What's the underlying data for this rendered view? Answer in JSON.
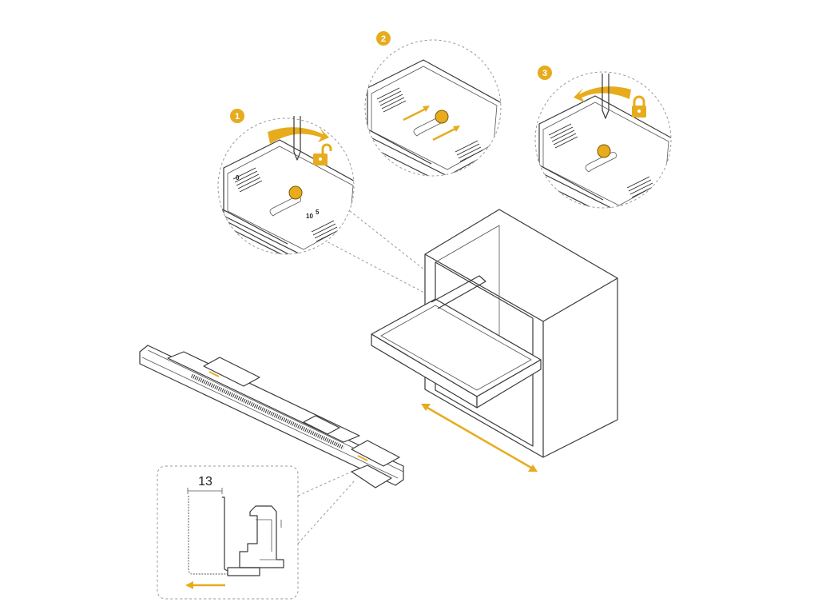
{
  "colors": {
    "accent": "#e6ac1e",
    "line": "#3a3a3a",
    "dashed": "#9a9a9a"
  },
  "steps": [
    {
      "number": "1",
      "lock_icon": "unlock-icon",
      "rotation": "clockwise"
    },
    {
      "number": "2",
      "action": "slide-arrows"
    },
    {
      "number": "3",
      "lock_icon": "lock-icon",
      "rotation": "counter-clockwise"
    }
  ],
  "scale_labels": [
    "0",
    "5",
    "10"
  ],
  "detail": {
    "dimension": "13"
  }
}
